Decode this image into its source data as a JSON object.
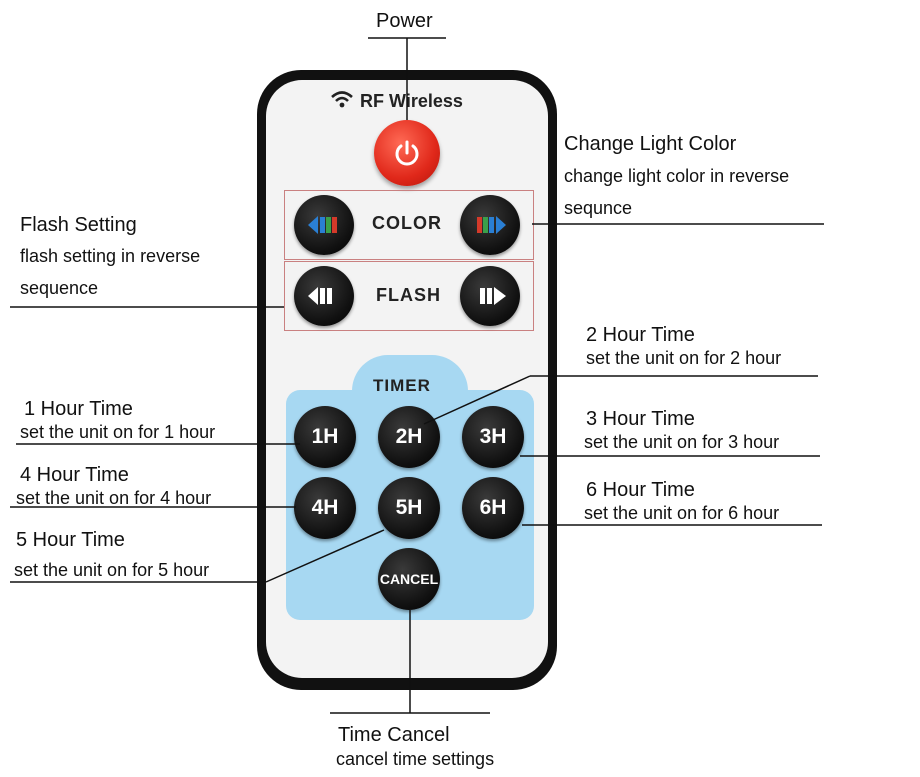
{
  "remote": {
    "brand_label": "RF Wireless",
    "color_label": "COLOR",
    "flash_label": "FLASH",
    "timer_label": "TIMER",
    "buttons": {
      "h1": "1H",
      "h2": "2H",
      "h3": "3H",
      "h4": "4H",
      "h5": "5H",
      "h6": "6H",
      "cancel": "CANCEL"
    },
    "power_color": "#e0281a",
    "timer_panel_color": "#a7d8f2"
  },
  "callouts": {
    "power": {
      "title": "Power"
    },
    "change_color": {
      "title": "Change Light Color",
      "desc_1": "change light color in reverse",
      "desc_2": "sequnce"
    },
    "flash": {
      "title": "Flash Setting",
      "desc_1": "flash setting in reverse",
      "desc_2": "sequence"
    },
    "two_hour": {
      "title": "2 Hour Time",
      "desc": "set the unit on for 2 hour"
    },
    "one_hour": {
      "title": "1 Hour Time",
      "desc": "set the unit on for 1 hour"
    },
    "three_hour": {
      "title": "3 Hour Time",
      "desc": "set the unit on for 3 hour"
    },
    "four_hour": {
      "title": "4 Hour Time",
      "desc": "set the unit on for 4 hour"
    },
    "six_hour": {
      "title": "6 Hour Time",
      "desc": "set the unit on for 6 hour"
    },
    "five_hour": {
      "title": "5 Hour Time",
      "desc": "set the unit on for 5 hour"
    },
    "time_cancel": {
      "title": "Time Cancel",
      "desc": "cancel time settings"
    }
  }
}
